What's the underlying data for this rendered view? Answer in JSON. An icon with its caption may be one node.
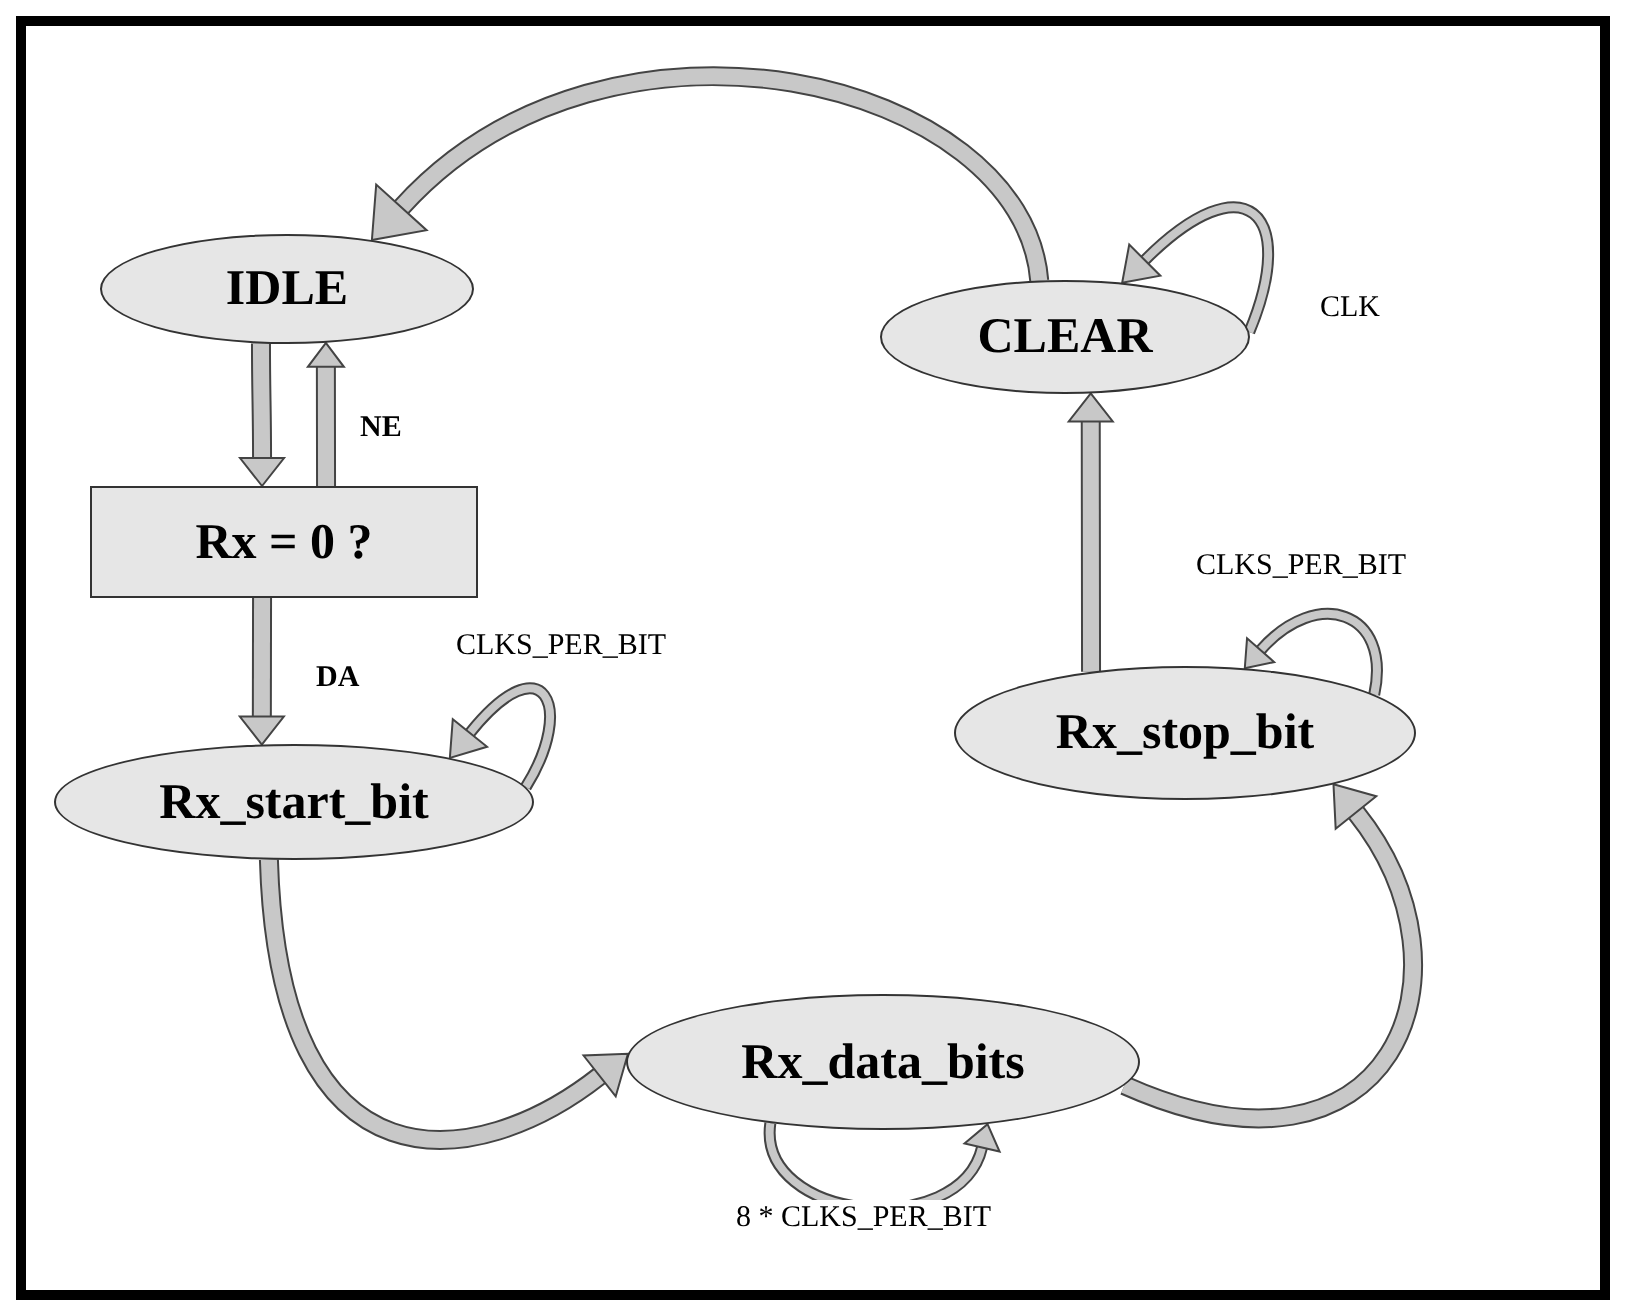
{
  "diagram": {
    "nodes": [
      {
        "text": [
          "IDLE"
        ]
      },
      {
        "text": [
          "CLEAR"
        ]
      },
      {
        "text": [
          "Rx = 0 ?"
        ]
      },
      {
        "text": [
          "Rx_stop_bit"
        ]
      },
      {
        "text": [
          "Rx_start_bit"
        ]
      },
      {
        "text": [
          "Rx_data_bits"
        ]
      }
    ],
    "edges": [
      {
        "from": 1,
        "to": 0,
        "arrow": "to"
      },
      {
        "from": 0,
        "to": 2,
        "arrow": "to"
      },
      {
        "from": 2,
        "to": 0,
        "arrow": "to",
        "label": "NE"
      },
      {
        "from": 2,
        "to": 4,
        "arrow": "to",
        "label": "DA"
      },
      {
        "from": 4,
        "to": 4,
        "arrow": "to",
        "label": "CLKS_PER_BIT"
      },
      {
        "from": 4,
        "to": 5,
        "arrow": "to"
      },
      {
        "from": 5,
        "to": 5,
        "arrow": "to",
        "label": "8 * CLKS_PER_BIT"
      },
      {
        "from": 5,
        "to": 3,
        "arrow": "to"
      },
      {
        "from": 3,
        "to": 3,
        "arrow": "to",
        "label": "CLKS_PER_BIT"
      },
      {
        "from": 3,
        "to": 1,
        "arrow": "to"
      },
      {
        "from": 1,
        "to": 1,
        "arrow": "to",
        "label": "CLK"
      }
    ]
  }
}
